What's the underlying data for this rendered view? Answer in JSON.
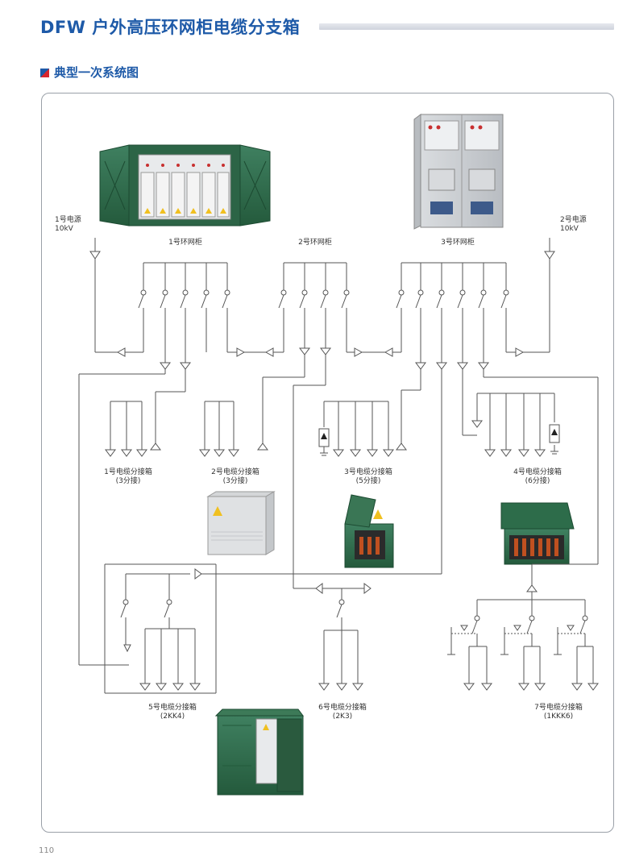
{
  "header": {
    "title": "DFW 户外高压环网柜电缆分支箱",
    "section": "典型一次系统图"
  },
  "sources": [
    {
      "name": "1号电源",
      "voltage": "10kV"
    },
    {
      "name": "2号电源",
      "voltage": "10kV"
    }
  ],
  "ring_cabinets": [
    "1号环网柜",
    "2号环网柜",
    "3号环网柜"
  ],
  "branch_boxes": [
    {
      "name": "1号电缆分接箱",
      "spec": "(3分接)"
    },
    {
      "name": "2号电缆分接箱",
      "spec": "(3分接)"
    },
    {
      "name": "3号电缆分接箱",
      "spec": "(5分接)"
    },
    {
      "name": "4号电缆分接箱",
      "spec": "(6分接)"
    },
    {
      "name": "5号电缆分接箱",
      "spec": "(2KK4)"
    },
    {
      "name": "6号电缆分接箱",
      "spec": "(2K3)"
    },
    {
      "name": "7号电缆分接箱",
      "spec": "(1KKK6)"
    }
  ],
  "page_number": "110",
  "colors": {
    "accent": "#1e5aa8",
    "line": "#555555",
    "cabinet_green": "#2f6b4a",
    "cabinet_grey": "#c9ccd0"
  }
}
